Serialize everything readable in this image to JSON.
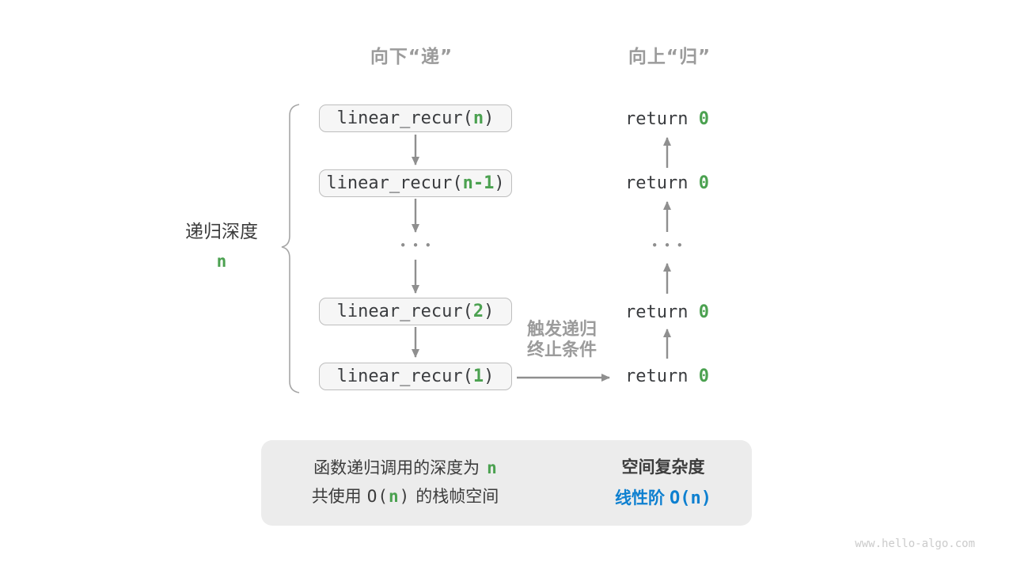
{
  "colors": {
    "accent_green": "#4ba150",
    "accent_blue": "#0e80d0",
    "muted_grey": "#9b9b9b",
    "arrow_grey": "#8f8f8f",
    "box_fill": "#f6f6f6",
    "box_border": "#bdbdbd",
    "summary_fill": "#ececec"
  },
  "headers": {
    "descend": "向下“递”",
    "ascend": "向上“归”"
  },
  "depth": {
    "label": "递归深度",
    "value": "n"
  },
  "calls": [
    {
      "prefix": "linear_recur(",
      "arg": "n",
      "suffix": ")"
    },
    {
      "prefix": "linear_recur(",
      "arg": "n-1",
      "suffix": ")"
    },
    {
      "prefix": "linear_recur(",
      "arg": "2",
      "suffix": ")"
    },
    {
      "prefix": "linear_recur(",
      "arg": "1",
      "suffix": ")"
    }
  ],
  "returns": [
    {
      "keyword": "return ",
      "value": "0"
    },
    {
      "keyword": "return ",
      "value": "0"
    },
    {
      "keyword": "return ",
      "value": "0"
    },
    {
      "keyword": "return ",
      "value": "0"
    }
  ],
  "ellipsis": "•••",
  "terminate_note": {
    "line1": "触发递归",
    "line2": "终止条件"
  },
  "summary": {
    "cause_line1_text": "函数递归调用的深度为",
    "cause_line1_var": "n",
    "cause_line2_pre": "共使用",
    "cause_line2_open": "O(",
    "cause_line2_var": "n",
    "cause_line2_close": ")",
    "cause_line2_post": "的栈帧空间",
    "effect_title": "空间复杂度",
    "effect_class": "线性阶",
    "effect_formula": "O(n)"
  },
  "watermark": "www.hello-algo.com"
}
